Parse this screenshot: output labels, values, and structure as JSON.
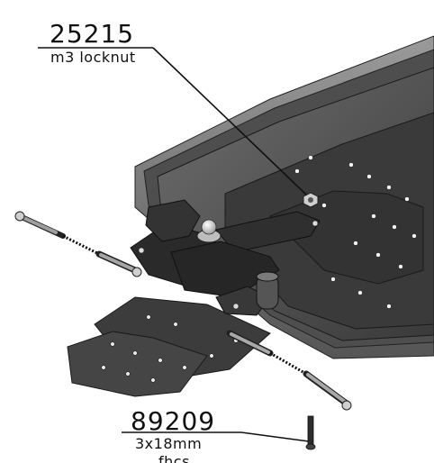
{
  "callouts": [
    {
      "part_number": "25215",
      "description": "m3 locknut"
    },
    {
      "part_number": "89209",
      "description": "3x18mm",
      "description_line2": "fhcs"
    }
  ],
  "colors": {
    "chassis_dark": "#2e2e2e",
    "chassis_mid": "#4a4a4a",
    "chassis_light": "#8c8c8c",
    "metal": "#d9d9d9",
    "leader_line": "#111111"
  },
  "icons": [
    "locknut-icon",
    "screw-icon"
  ]
}
